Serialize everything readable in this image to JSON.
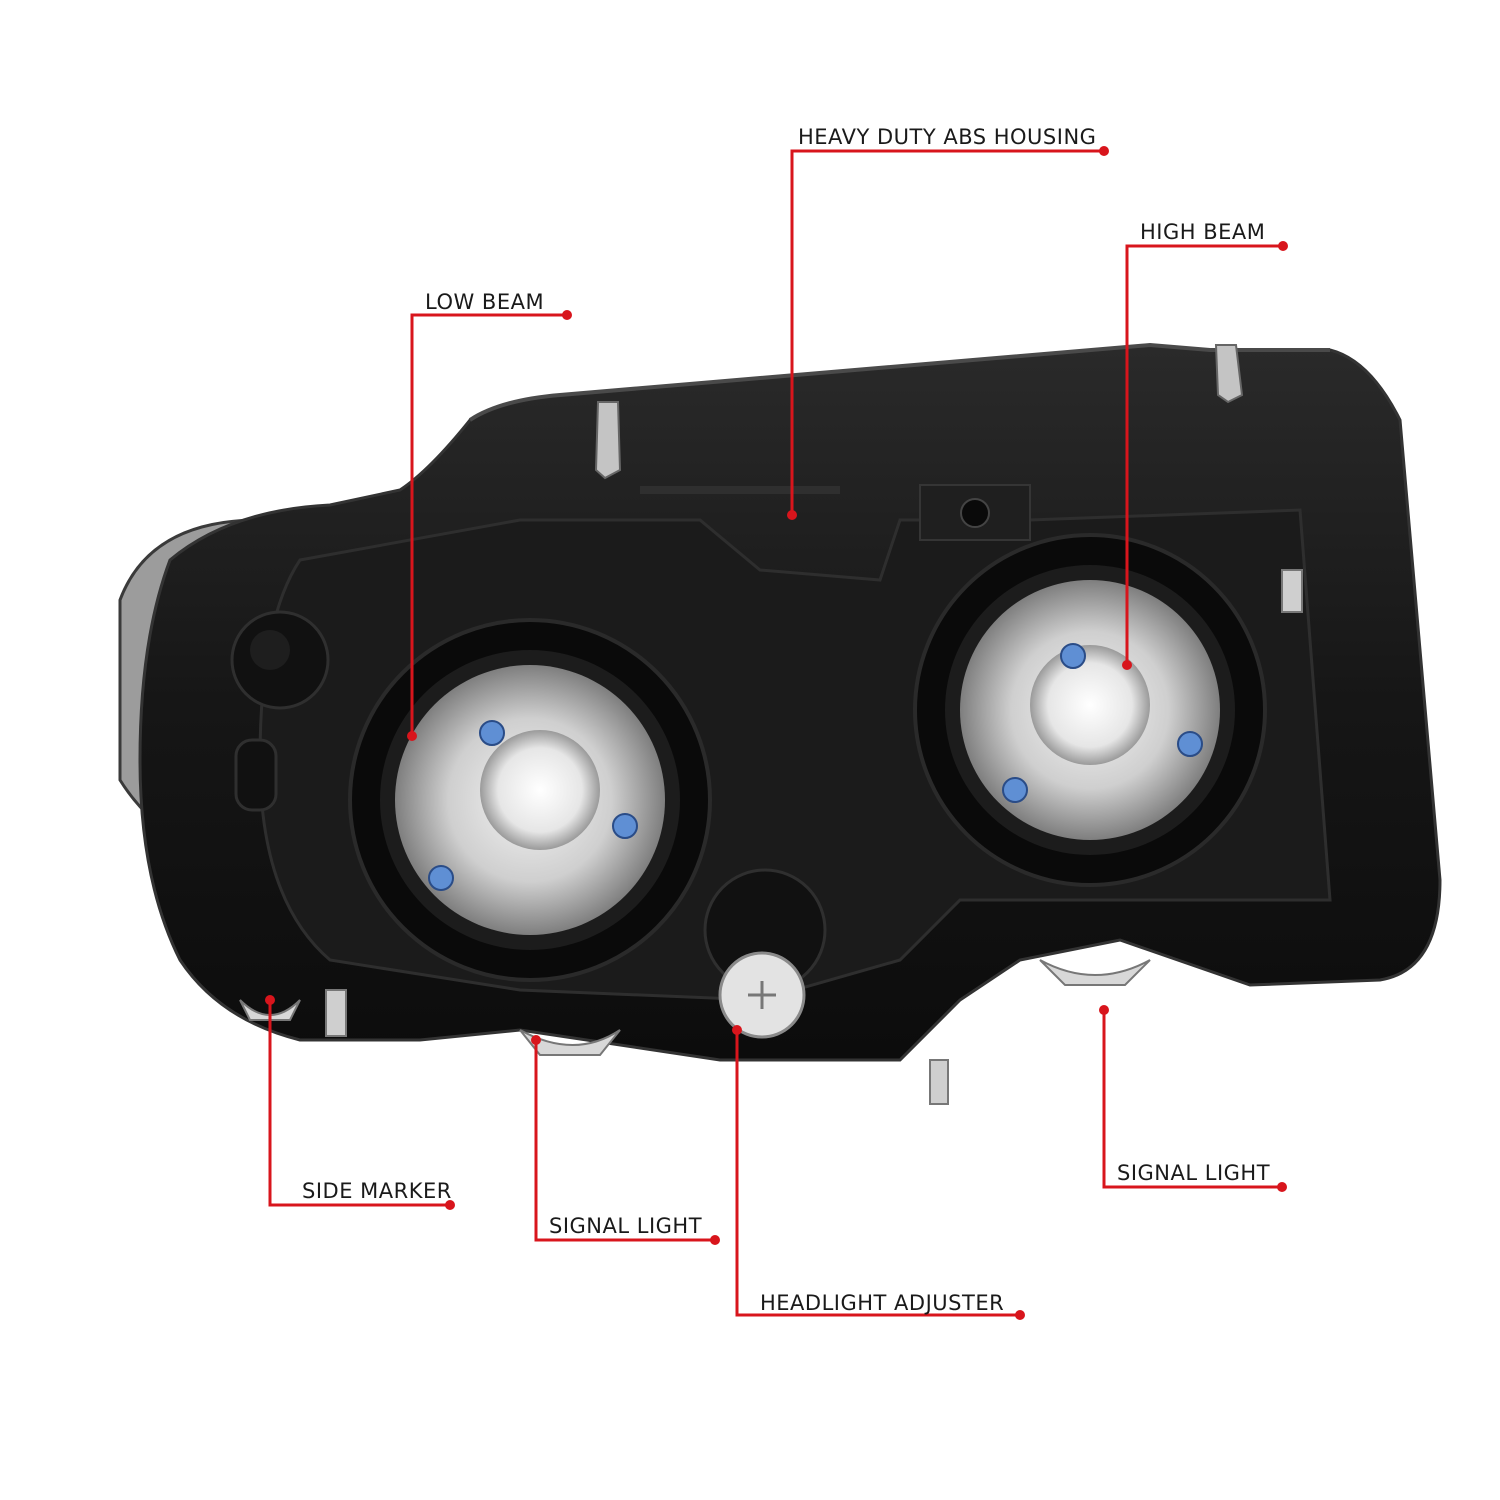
{
  "diagram": {
    "colors": {
      "callout_line": "#d8151c",
      "housing": "#151515",
      "housing_edge": "#2b2b2b",
      "lens_clear": "#d9d9d9",
      "screw_blue": "#5f8fd4"
    },
    "callouts": [
      {
        "id": "heavy-duty-abs-housing",
        "label": "HEAVY DUTY ABS HOUSING"
      },
      {
        "id": "high-beam",
        "label": "HIGH BEAM"
      },
      {
        "id": "low-beam",
        "label": "LOW BEAM"
      },
      {
        "id": "side-marker",
        "label": "SIDE MARKER"
      },
      {
        "id": "signal-light-left",
        "label": "SIGNAL LIGHT"
      },
      {
        "id": "headlight-adjuster",
        "label": "HEADLIGHT ADJUSTER"
      },
      {
        "id": "signal-light-right",
        "label": "SIGNAL LIGHT"
      }
    ]
  }
}
